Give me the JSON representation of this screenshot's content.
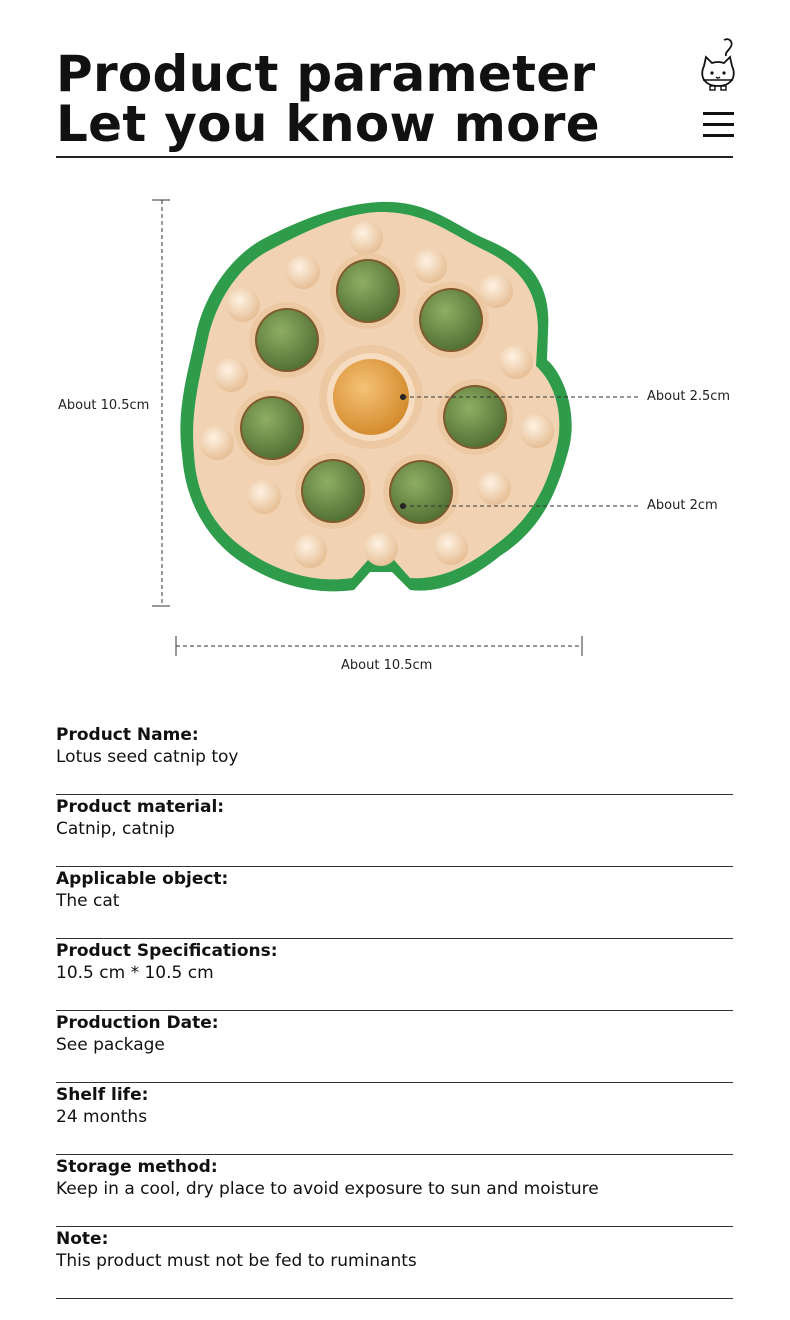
{
  "header": {
    "title_line1": "Product parameter",
    "title_line2": "Let you know more",
    "logo_icon": "cat-icon",
    "menu_icon": "hamburger-menu-icon"
  },
  "diagram": {
    "height_label": "About 10.5cm",
    "width_label": "About 10.5cm",
    "center_ball_label": "About 2.5cm",
    "small_ball_label": "About 2cm",
    "colors": {
      "rim": "#2e9a48",
      "base": "#f1d3b3",
      "catnip": "#6e8e4a",
      "center_ball": "#e6a24a"
    }
  },
  "specs": [
    {
      "label": "Product Name:",
      "value": "Lotus seed catnip toy"
    },
    {
      "label": "Product material:",
      "value": "Catnip, catnip"
    },
    {
      "label": "Applicable object:",
      "value": "The cat"
    },
    {
      "label": "Product Specifications:",
      "value": "10.5 cm * 10.5 cm"
    },
    {
      "label": "Production Date:",
      "value": "See package"
    },
    {
      "label": "Shelf life:",
      "value": "24 months"
    },
    {
      "label": "Storage method:",
      "value": "Keep in a cool, dry place to avoid exposure to sun and moisture"
    },
    {
      "label": "Note:",
      "value": "This product must not be fed to ruminants"
    }
  ]
}
